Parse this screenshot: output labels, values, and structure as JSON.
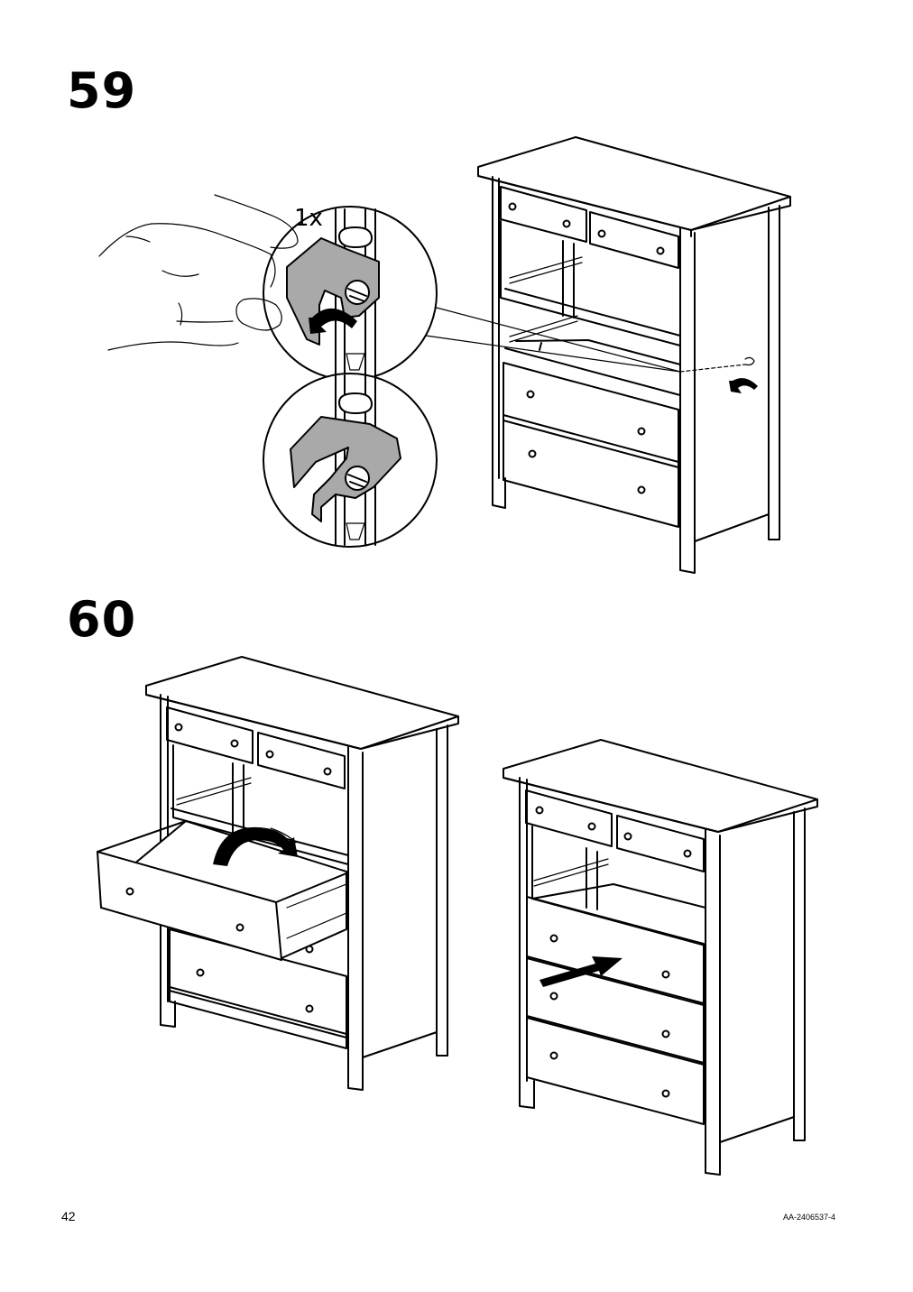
{
  "steps": [
    {
      "number": "59",
      "quantity_label": "1x"
    },
    {
      "number": "60"
    }
  ],
  "footer": {
    "page_number": "42",
    "document_code": "AA-2406537-4"
  }
}
